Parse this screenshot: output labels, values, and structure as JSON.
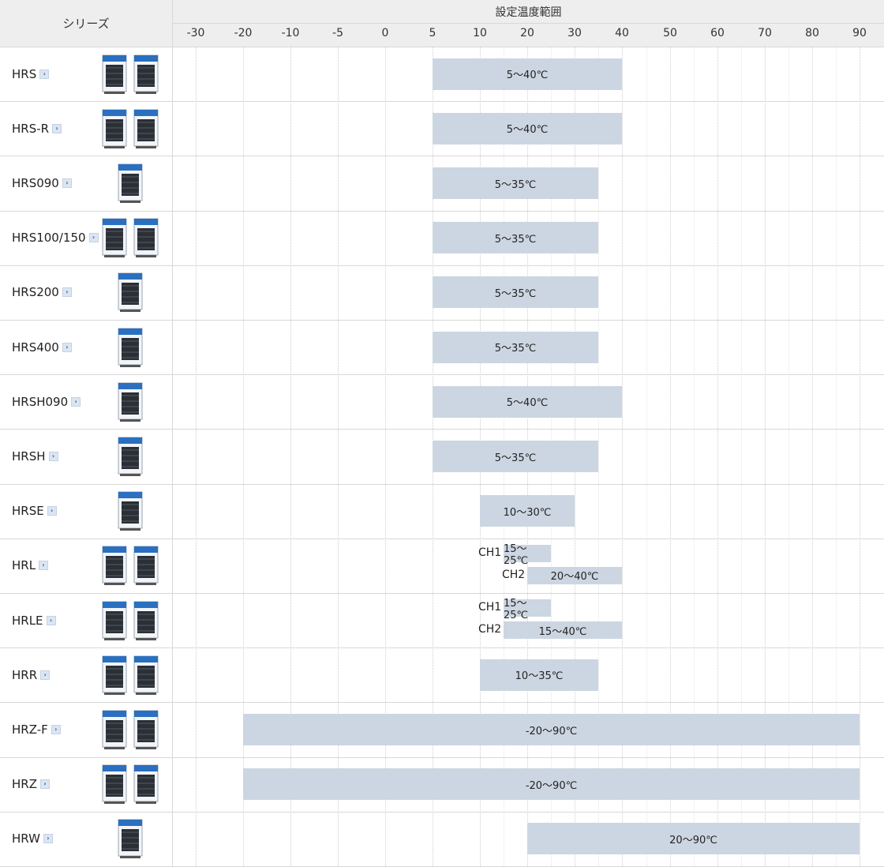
{
  "header": {
    "series_label": "シリーズ",
    "range_label": "設定温度範囲"
  },
  "chart_data": {
    "type": "bar",
    "orientation": "horizontal-range",
    "title": "設定温度範囲",
    "x_ticks": [
      -30,
      -20,
      -10,
      -5,
      0,
      5,
      10,
      20,
      30,
      40,
      50,
      60,
      70,
      80,
      90
    ],
    "x_tick_labels": [
      "-30",
      "-20",
      "-10",
      "-5",
      "0",
      "5",
      "10",
      "20",
      "30",
      "40",
      "50",
      "60",
      "70",
      "80",
      "90"
    ],
    "bar_color": "#ccd6e2",
    "rows": [
      {
        "name": "HRS",
        "ranges": [
          {
            "ch": "",
            "min": 5,
            "max": 40,
            "label": "5～40℃"
          }
        ]
      },
      {
        "name": "HRS-R",
        "ranges": [
          {
            "ch": "",
            "min": 5,
            "max": 40,
            "label": "5～40℃"
          }
        ]
      },
      {
        "name": "HRS090",
        "ranges": [
          {
            "ch": "",
            "min": 5,
            "max": 35,
            "label": "5～35℃"
          }
        ]
      },
      {
        "name": "HRS100/150",
        "ranges": [
          {
            "ch": "",
            "min": 5,
            "max": 35,
            "label": "5～35℃"
          }
        ]
      },
      {
        "name": "HRS200",
        "ranges": [
          {
            "ch": "",
            "min": 5,
            "max": 35,
            "label": "5～35℃"
          }
        ]
      },
      {
        "name": "HRS400",
        "ranges": [
          {
            "ch": "",
            "min": 5,
            "max": 35,
            "label": "5～35℃"
          }
        ]
      },
      {
        "name": "HRSH090",
        "ranges": [
          {
            "ch": "",
            "min": 5,
            "max": 40,
            "label": "5～40℃"
          }
        ]
      },
      {
        "name": "HRSH",
        "ranges": [
          {
            "ch": "",
            "min": 5,
            "max": 35,
            "label": "5～35℃"
          }
        ]
      },
      {
        "name": "HRSE",
        "ranges": [
          {
            "ch": "",
            "min": 10,
            "max": 30,
            "label": "10～30℃"
          }
        ]
      },
      {
        "name": "HRL",
        "ranges": [
          {
            "ch": "CH1",
            "min": 15,
            "max": 25,
            "label": "15～25℃"
          },
          {
            "ch": "CH2",
            "min": 20,
            "max": 40,
            "label": "20～40℃"
          }
        ]
      },
      {
        "name": "HRLE",
        "ranges": [
          {
            "ch": "CH1",
            "min": 15,
            "max": 25,
            "label": "15～25℃"
          },
          {
            "ch": "CH2",
            "min": 15,
            "max": 40,
            "label": "15～40℃"
          }
        ]
      },
      {
        "name": "HRR",
        "ranges": [
          {
            "ch": "",
            "min": 10,
            "max": 35,
            "label": "10～35℃"
          }
        ]
      },
      {
        "name": "HRZ-F",
        "ranges": [
          {
            "ch": "",
            "min": -20,
            "max": 90,
            "label": "-20～90℃"
          }
        ]
      },
      {
        "name": "HRZ",
        "ranges": [
          {
            "ch": "",
            "min": -20,
            "max": 90,
            "label": "-20～90℃"
          }
        ]
      },
      {
        "name": "HRW",
        "ranges": [
          {
            "ch": "",
            "min": 20,
            "max": 90,
            "label": "20～90℃"
          }
        ]
      }
    ]
  },
  "colors": {
    "header_bg": "#eeeeee",
    "grid": "#d8d8d8",
    "bar": "#ccd6e2",
    "unit_blue": "#2a6fc0"
  },
  "icons": {
    "row_link": "chevron-right-icon",
    "product": "chiller-unit-icon"
  }
}
